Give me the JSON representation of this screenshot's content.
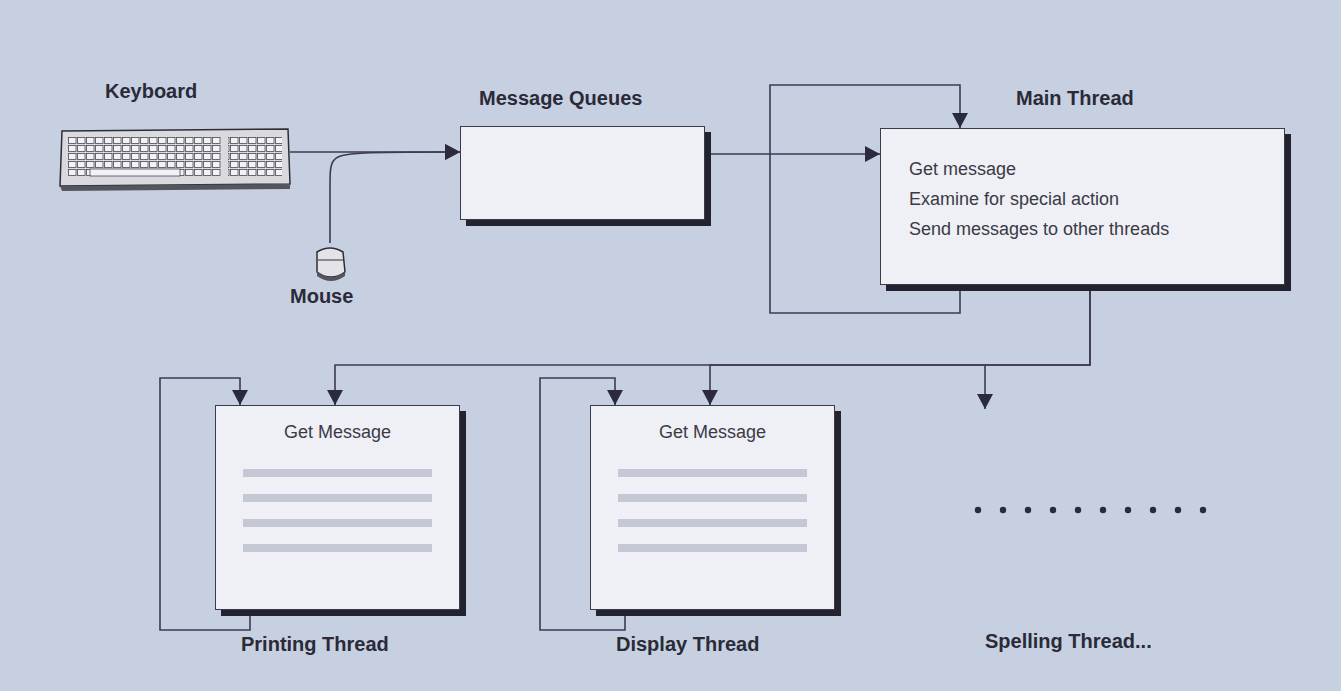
{
  "diagram": {
    "nodes": [
      {
        "text": [
          "Keyboard"
        ]
      },
      {
        "text": [
          "Mouse"
        ]
      },
      {
        "text": [
          "Message Queues"
        ]
      },
      {
        "text": [
          "Main Thread",
          "Get message",
          "Examine for special action",
          "Send messages to other threads"
        ]
      },
      {
        "text": [
          "Get Message",
          "Printing Thread"
        ]
      },
      {
        "text": [
          "Get Message",
          "Display Thread"
        ]
      }
    ],
    "edges": [
      {
        "from": 0,
        "to": 2,
        "arrow": "to"
      },
      {
        "from": 1,
        "to": 2,
        "arrow": "to"
      },
      {
        "from": 2,
        "to": 3,
        "arrow": "to"
      },
      {
        "from": 3,
        "to": 3,
        "arrow": "to"
      },
      {
        "from": 3,
        "to": 4,
        "arrow": "to"
      },
      {
        "from": 3,
        "to": 5,
        "arrow": "to"
      },
      {
        "from": 4,
        "to": 4,
        "arrow": "to"
      },
      {
        "from": 5,
        "to": 5,
        "arrow": "to"
      }
    ],
    "labels": [
      "Spelling Thread..."
    ]
  }
}
